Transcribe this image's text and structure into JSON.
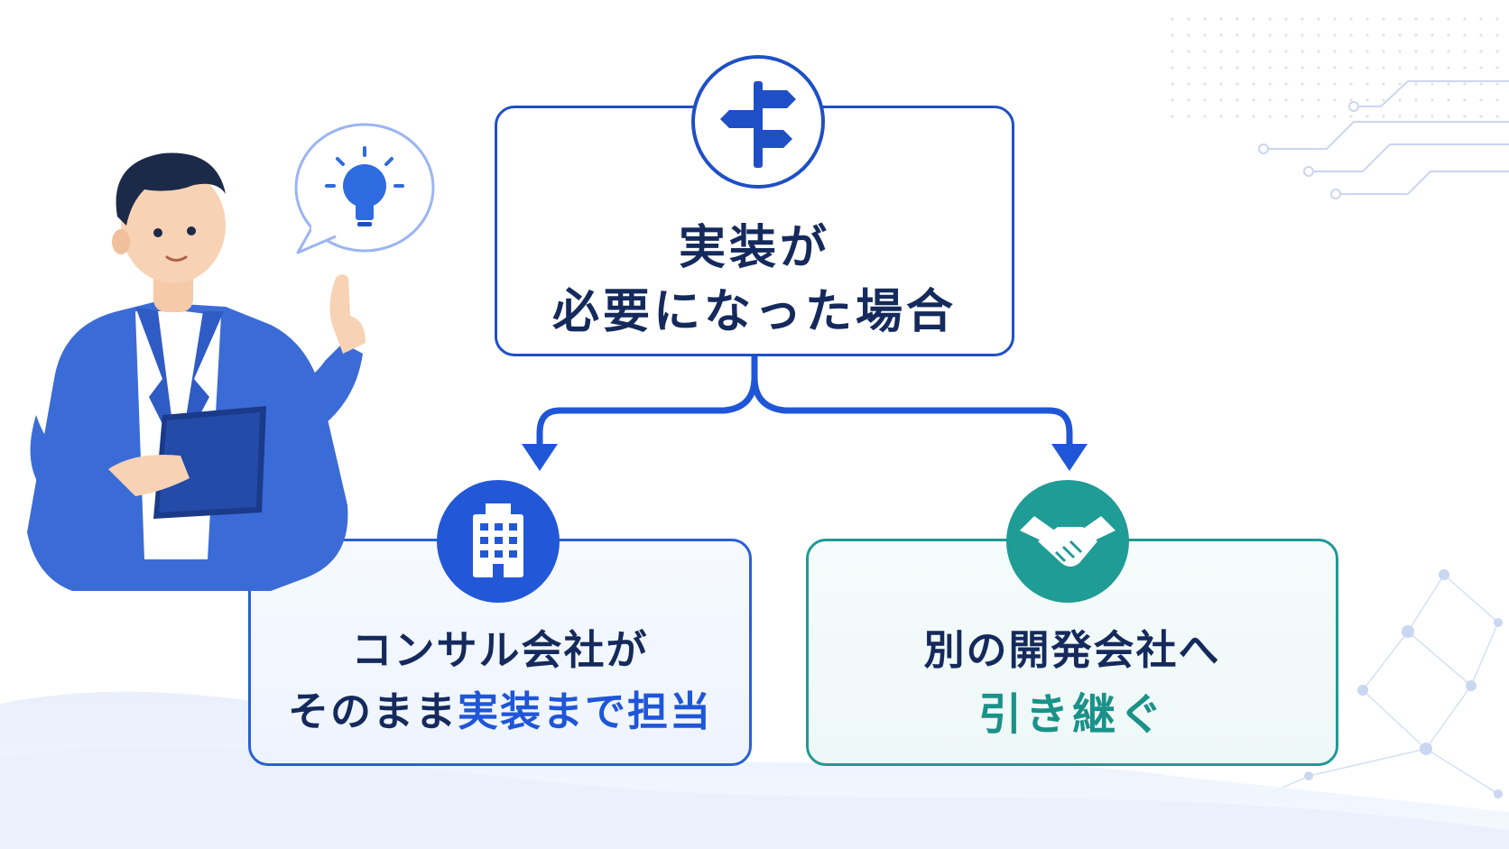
{
  "top_box": {
    "line1": "実装が",
    "line2": "必要になった場合",
    "icon": "signpost-icon"
  },
  "left_box": {
    "line1": "コンサル会社が",
    "line2_prefix": "そのまま",
    "line2_highlight": "実装まで担当",
    "icon": "building-icon"
  },
  "right_box": {
    "line1": "別の開発会社へ",
    "line2": "引き継ぐ",
    "icon": "handshake-icon"
  },
  "colors": {
    "navy": "#152a5c",
    "blue": "#1f56d8",
    "teal": "#1a9189",
    "border_blue": "#1f4fc6"
  }
}
